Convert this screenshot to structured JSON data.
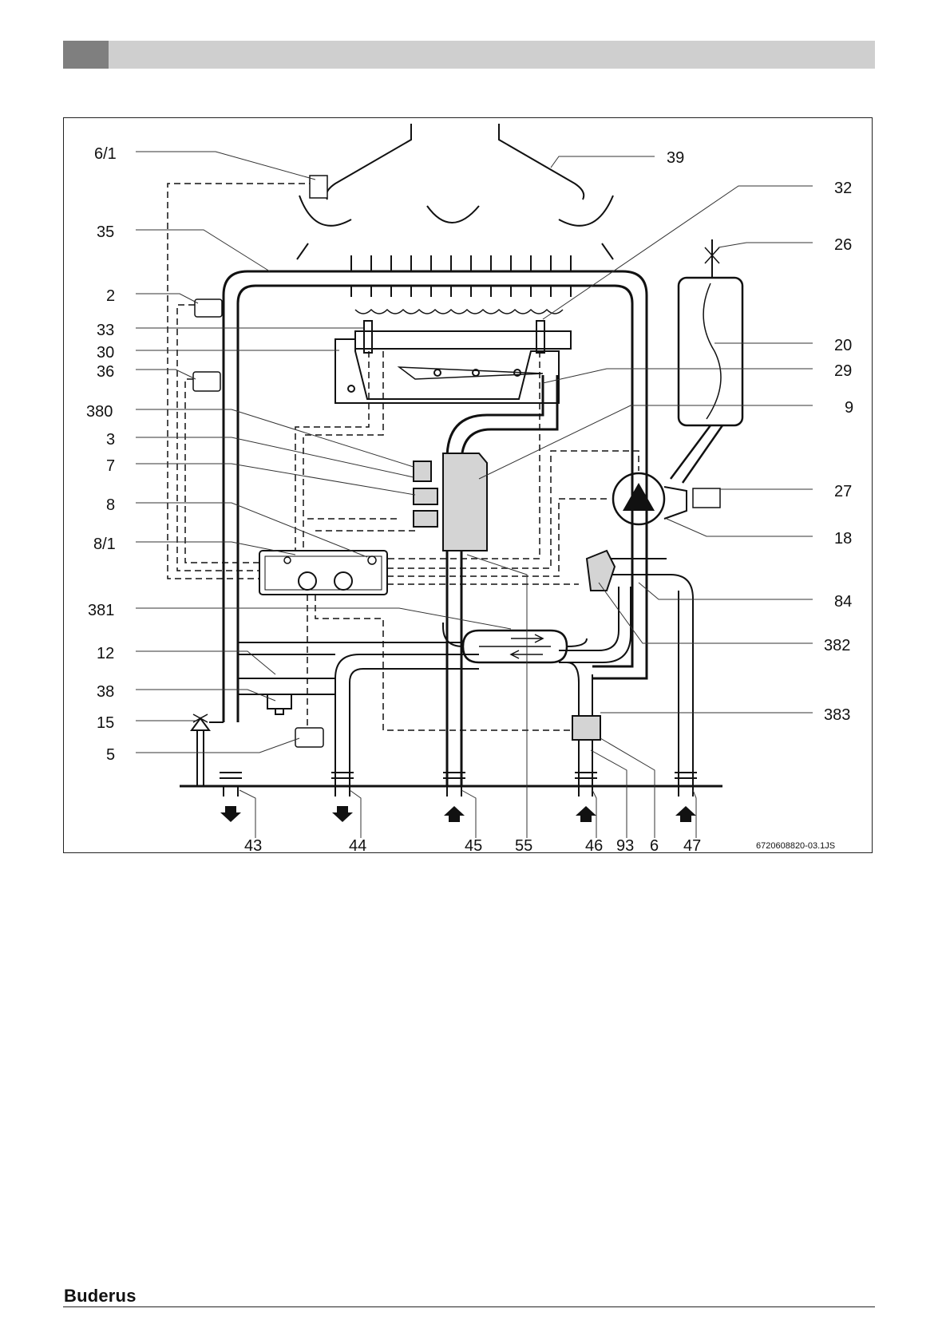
{
  "diagram": {
    "labels_left": [
      "6/1",
      "35",
      "2",
      "33",
      "30",
      "36",
      "380",
      "3",
      "7",
      "8",
      "8/1",
      "381",
      "12",
      "38",
      "15",
      "5"
    ],
    "labels_right": [
      "39",
      "32",
      "26",
      "20",
      "29",
      "9",
      "27",
      "18",
      "84",
      "382",
      "383"
    ],
    "labels_bottom": [
      "43",
      "44",
      "45",
      "55",
      "46",
      "93",
      "6",
      "47"
    ],
    "figure_code": "6720608820-03.1JS"
  },
  "footer": {
    "brand": "Buderus"
  }
}
